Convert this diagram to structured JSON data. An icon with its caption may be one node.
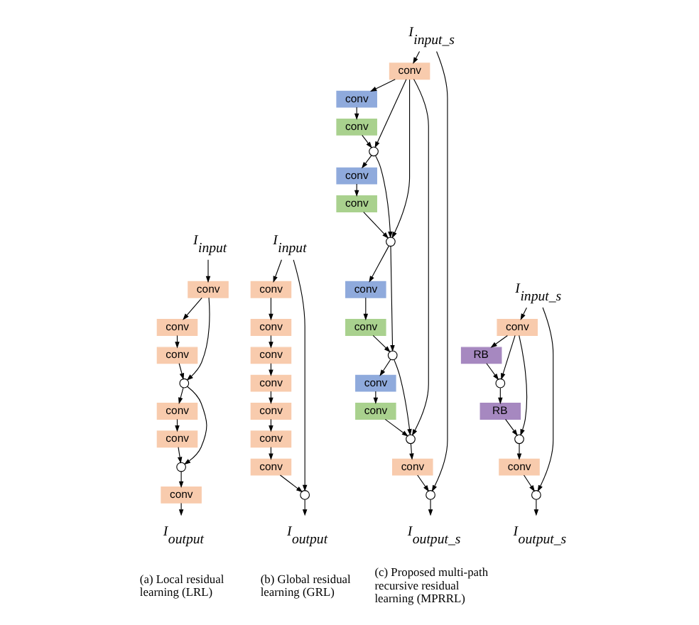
{
  "diagram": {
    "nodes": [
      {
        "text": [
          "I$_{input}$"
        ]
      },
      {
        "text": [
          "conv"
        ]
      },
      {
        "text": [
          "conv"
        ]
      },
      {
        "text": [
          "conv"
        ]
      },
      {
        "text": [],
        "shape": "circle"
      },
      {
        "text": [
          "conv"
        ]
      },
      {
        "text": [
          "conv"
        ]
      },
      {
        "text": [],
        "shape": "circle"
      },
      {
        "text": [
          "conv"
        ]
      },
      {
        "text": [
          "I$_{output}$"
        ]
      },
      {
        "text": [
          "I$_{input}$"
        ]
      },
      {
        "text": [
          "conv"
        ]
      },
      {
        "text": [
          "conv"
        ]
      },
      {
        "text": [
          "conv"
        ]
      },
      {
        "text": [
          "conv"
        ]
      },
      {
        "text": [
          "conv"
        ]
      },
      {
        "text": [
          "conv"
        ]
      },
      {
        "text": [
          "conv"
        ]
      },
      {
        "text": [],
        "shape": "circle"
      },
      {
        "text": [
          "I$_{output}$"
        ]
      },
      {
        "text": [
          "I$_{input_s}$"
        ]
      },
      {
        "text": [
          "conv"
        ]
      },
      {
        "text": [
          "conv"
        ]
      },
      {
        "text": [
          "conv"
        ]
      },
      {
        "text": [],
        "shape": "circle"
      },
      {
        "text": [
          "conv"
        ]
      },
      {
        "text": [
          "conv"
        ]
      },
      {
        "text": [],
        "shape": "circle"
      },
      {
        "text": [
          "conv"
        ]
      },
      {
        "text": [
          "conv"
        ]
      },
      {
        "text": [],
        "shape": "circle"
      },
      {
        "text": [
          "conv"
        ]
      },
      {
        "text": [
          "conv"
        ]
      },
      {
        "text": [],
        "shape": "circle"
      },
      {
        "text": [
          "conv"
        ]
      },
      {
        "text": [],
        "shape": "circle"
      },
      {
        "text": [
          "I$_{output_s}$"
        ]
      },
      {
        "text": [
          "I$_{input_s}$"
        ]
      },
      {
        "text": [
          "conv"
        ]
      },
      {
        "text": [
          "RB"
        ]
      },
      {
        "text": [],
        "shape": "circle"
      },
      {
        "text": [
          "RB"
        ]
      },
      {
        "text": [],
        "shape": "circle"
      },
      {
        "text": [
          "conv"
        ]
      },
      {
        "text": [],
        "shape": "circle"
      },
      {
        "text": [
          "I$_{output_s}$"
        ]
      }
    ],
    "edges": [
      {
        "from": 0,
        "to": 1,
        "arrow": "to"
      },
      {
        "from": 1,
        "to": 2,
        "arrow": "to"
      },
      {
        "from": 2,
        "to": 3,
        "arrow": "to"
      },
      {
        "from": 3,
        "to": 4,
        "arrow": "to"
      },
      {
        "from": 1,
        "to": 4,
        "arrow": "to"
      },
      {
        "from": 4,
        "to": 5,
        "arrow": "to"
      },
      {
        "from": 5,
        "to": 6,
        "arrow": "to"
      },
      {
        "from": 6,
        "to": 7,
        "arrow": "to"
      },
      {
        "from": 4,
        "to": 7,
        "arrow": "to"
      },
      {
        "from": 7,
        "to": 8,
        "arrow": "to"
      },
      {
        "from": 8,
        "to": 9,
        "arrow": "to"
      },
      {
        "from": 10,
        "to": 11,
        "arrow": "to"
      },
      {
        "from": 11,
        "to": 12,
        "arrow": "to"
      },
      {
        "from": 12,
        "to": 13,
        "arrow": "to"
      },
      {
        "from": 13,
        "to": 14,
        "arrow": "to"
      },
      {
        "from": 14,
        "to": 15,
        "arrow": "to"
      },
      {
        "from": 15,
        "to": 16,
        "arrow": "to"
      },
      {
        "from": 16,
        "to": 17,
        "arrow": "to"
      },
      {
        "from": 17,
        "to": 18,
        "arrow": "to"
      },
      {
        "from": 10,
        "to": 18,
        "arrow": "to"
      },
      {
        "from": 18,
        "to": 19,
        "arrow": "to"
      },
      {
        "from": 20,
        "to": 21,
        "arrow": "to"
      },
      {
        "from": 21,
        "to": 22,
        "arrow": "to"
      },
      {
        "from": 22,
        "to": 23,
        "arrow": "to"
      },
      {
        "from": 23,
        "to": 24,
        "arrow": "to"
      },
      {
        "from": 21,
        "to": 24,
        "arrow": "to"
      },
      {
        "from": 24,
        "to": 25,
        "arrow": "to"
      },
      {
        "from": 25,
        "to": 26,
        "arrow": "to"
      },
      {
        "from": 26,
        "to": 27,
        "arrow": "to"
      },
      {
        "from": 24,
        "to": 27,
        "arrow": "to"
      },
      {
        "from": 21,
        "to": 27,
        "arrow": "to"
      },
      {
        "from": 27,
        "to": 28,
        "arrow": "to"
      },
      {
        "from": 28,
        "to": 29,
        "arrow": "to"
      },
      {
        "from": 29,
        "to": 30,
        "arrow": "to"
      },
      {
        "from": 27,
        "to": 30,
        "arrow": "to"
      },
      {
        "from": 30,
        "to": 31,
        "arrow": "to"
      },
      {
        "from": 31,
        "to": 32,
        "arrow": "to"
      },
      {
        "from": 32,
        "to": 33,
        "arrow": "to"
      },
      {
        "from": 30,
        "to": 33,
        "arrow": "to"
      },
      {
        "from": 21,
        "to": 33,
        "arrow": "to"
      },
      {
        "from": 33,
        "to": 34,
        "arrow": "to"
      },
      {
        "from": 34,
        "to": 35,
        "arrow": "to"
      },
      {
        "from": 20,
        "to": 35,
        "arrow": "to"
      },
      {
        "from": 35,
        "to": 36,
        "arrow": "to"
      },
      {
        "from": 37,
        "to": 38,
        "arrow": "to"
      },
      {
        "from": 38,
        "to": 39,
        "arrow": "to"
      },
      {
        "from": 39,
        "to": 40,
        "arrow": "to"
      },
      {
        "from": 38,
        "to": 40,
        "arrow": "to"
      },
      {
        "from": 40,
        "to": 41,
        "arrow": "to"
      },
      {
        "from": 41,
        "to": 42,
        "arrow": "to"
      },
      {
        "from": 38,
        "to": 42,
        "arrow": "to"
      },
      {
        "from": 42,
        "to": 43,
        "arrow": "to"
      },
      {
        "from": 43,
        "to": 44,
        "arrow": "to"
      },
      {
        "from": 37,
        "to": 44,
        "arrow": "to"
      },
      {
        "from": 44,
        "to": 45,
        "arrow": "to"
      }
    ],
    "labels": [
      "(a) Local residual learning (LRL)",
      "(b) Global residual learning (GRL)",
      "(c) Proposed multi-path recursive residual learning (MPRRL)"
    ]
  }
}
